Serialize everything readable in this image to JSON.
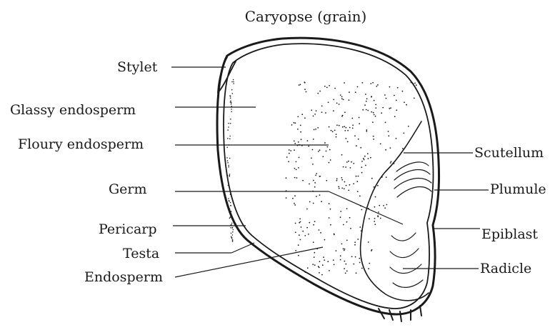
{
  "title": "Caryopse (grain)",
  "labels": {
    "stylet": "Stylet",
    "glassy_endosperm": "Glassy endosperm",
    "floury_endosperm": "Floury endosperm",
    "germ": "Germ",
    "pericarp": "Pericarp",
    "testa": "Testa",
    "endosperm": "Endosperm",
    "scutellum": "Scutellum",
    "plumule": "Plumule",
    "epiblast": "Epiblast",
    "radicle": "Radicle"
  },
  "colors": {
    "ink": "#1a1a1a",
    "background": "#ffffff"
  }
}
